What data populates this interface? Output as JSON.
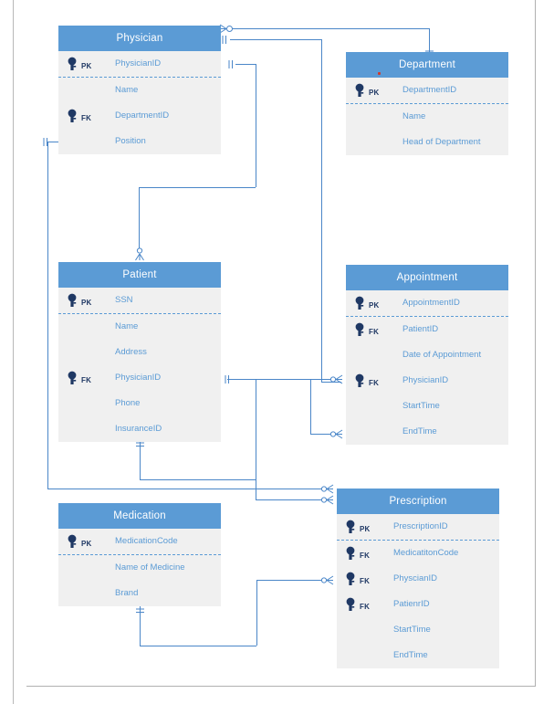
{
  "diagram": {
    "type": "entity-relationship-diagram",
    "notation": "crow's foot",
    "colors": {
      "header": "#5B9BD5",
      "body": "#F0F0F0",
      "text": "#5B9BD5",
      "header_text": "#FFFFFF",
      "line": "#4A86C8",
      "key_icon": "#1F3864",
      "page_border": "#B0B0B0"
    },
    "entities": [
      {
        "name": "Physician",
        "fields": [
          {
            "label": "PhysicianID",
            "key": "PK"
          },
          {
            "label": "Name",
            "key": ""
          },
          {
            "label": "DepartmentID",
            "key": "FK"
          },
          {
            "label": "Position",
            "key": ""
          }
        ]
      },
      {
        "name": "Department",
        "fields": [
          {
            "label": "DepartmentID",
            "key": "PK"
          },
          {
            "label": "Name",
            "key": ""
          },
          {
            "label": "Head of Department",
            "key": ""
          }
        ]
      },
      {
        "name": "Patient",
        "fields": [
          {
            "label": "SSN",
            "key": "PK"
          },
          {
            "label": "Name",
            "key": ""
          },
          {
            "label": "Address",
            "key": ""
          },
          {
            "label": "PhysicianID",
            "key": "FK"
          },
          {
            "label": "Phone",
            "key": ""
          },
          {
            "label": "InsuranceID",
            "key": ""
          }
        ]
      },
      {
        "name": "Appointment",
        "fields": [
          {
            "label": "AppointmentID",
            "key": "PK"
          },
          {
            "label": "PatientID",
            "key": "FK"
          },
          {
            "label": "Date of Appointment",
            "key": ""
          },
          {
            "label": "PhysicianID",
            "key": "FK"
          },
          {
            "label": "StartTime",
            "key": ""
          },
          {
            "label": "EndTime",
            "key": ""
          }
        ]
      },
      {
        "name": "Medication",
        "fields": [
          {
            "label": "MedicationCode",
            "key": "PK"
          },
          {
            "label": "Name of Medicine",
            "key": ""
          },
          {
            "label": "Brand",
            "key": ""
          }
        ]
      },
      {
        "name": "Prescription",
        "fields": [
          {
            "label": "PrescriptionID",
            "key": "PK"
          },
          {
            "label": "MedicatitonCode",
            "key": "FK"
          },
          {
            "label": "PhyscianID",
            "key": "FK"
          },
          {
            "label": "PatienrID",
            "key": "FK"
          },
          {
            "label": "StartTime",
            "key": ""
          },
          {
            "label": "EndTime",
            "key": ""
          }
        ]
      }
    ]
  }
}
